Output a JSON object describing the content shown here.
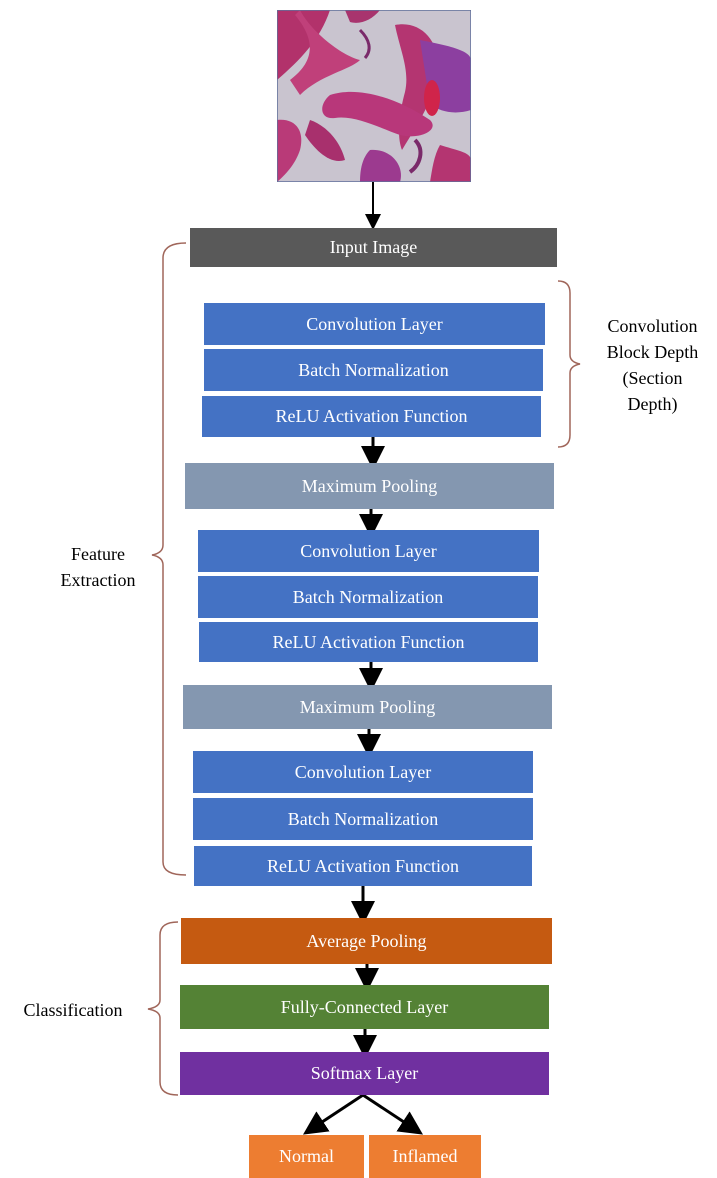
{
  "input_image": {
    "label": "Input Image"
  },
  "blocks": {
    "conv1": "Convolution Layer",
    "bn1": "Batch Normalization",
    "relu1": "ReLU Activation Function",
    "pool1": "Maximum Pooling",
    "conv2": "Convolution Layer",
    "bn2": "Batch Normalization",
    "relu2": "ReLU Activation Function",
    "pool2": "Maximum Pooling",
    "conv3": "Convolution Layer",
    "bn3": "Batch Normalization",
    "relu3": "ReLU Activation Function",
    "avgpool": "Average Pooling",
    "fc": "Fully-Connected Layer",
    "softmax": "Softmax Layer"
  },
  "outputs": {
    "normal": "Normal",
    "inflamed": "Inflamed"
  },
  "annotations": {
    "conv_depth": [
      "Convolution",
      "Block Depth",
      "(Section",
      "Depth)"
    ],
    "feature_extraction": [
      "Feature",
      "Extraction"
    ],
    "classification": "Classification"
  },
  "colors": {
    "conv_blue": "#4472c4",
    "pool_gray": "#8497b0",
    "input_dark": "#595959",
    "avgpool_orange": "#c55a11",
    "fc_green": "#548235",
    "softmax_purple": "#7030a0",
    "output_orange": "#ed7d31",
    "bracket_brown": "#a0665a"
  }
}
